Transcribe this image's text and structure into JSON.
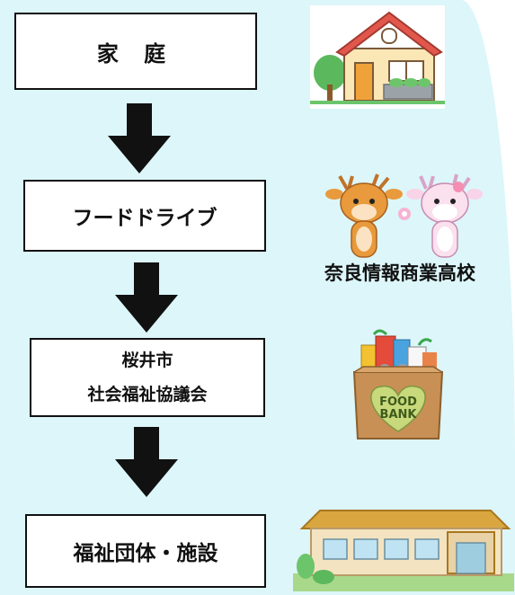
{
  "steps": [
    {
      "label": "家 庭"
    },
    {
      "label": "フードドライブ"
    },
    {
      "line1": "桜井市",
      "line2": "社会福祉協議会"
    },
    {
      "label": "福祉団体・施設"
    }
  ],
  "school_caption": "奈良情報商業高校",
  "foodbank_sign": {
    "line1": "FOOD",
    "line2": "BANK"
  },
  "colors": {
    "background": "#dcf6fa",
    "arrow": "#111111",
    "box_border": "#111111"
  }
}
